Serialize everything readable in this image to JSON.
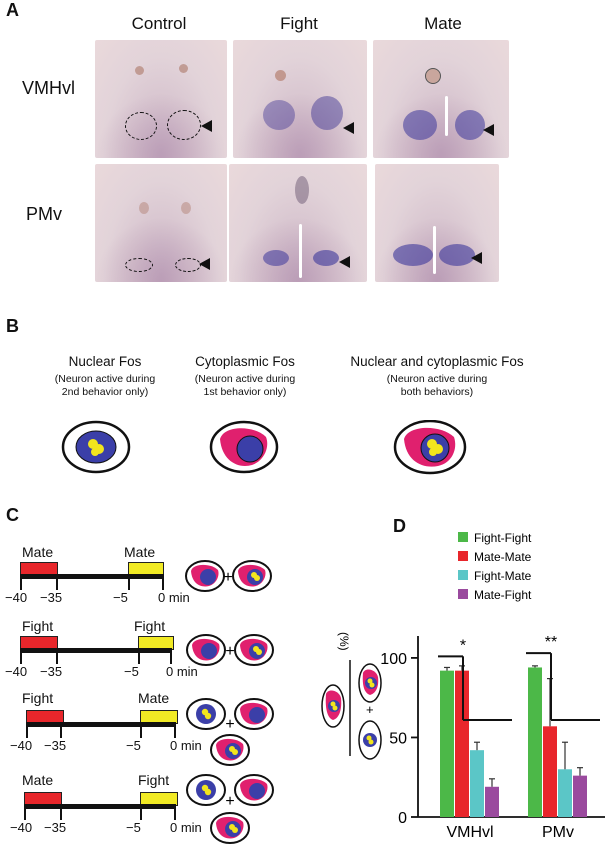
{
  "panel_a": {
    "letter": "A",
    "columns": [
      "Control",
      "Fight",
      "Mate"
    ],
    "rows": [
      "VMHvl",
      "PMv"
    ]
  },
  "panel_b": {
    "letter": "B",
    "items": [
      {
        "title": "Nuclear Fos",
        "sub1": "(Neuron active during",
        "sub2": "2nd behavior only)"
      },
      {
        "title": "Cytoplasmic Fos",
        "sub1": "(Neuron active during",
        "sub2": "1st behavior only)"
      },
      {
        "title": "Nuclear and cytoplasmic Fos",
        "sub1": "(Neuron active during",
        "sub2": "both behaviors)"
      }
    ],
    "colors": {
      "nucleus": "#3b3fa8",
      "fos": "#f2e51d",
      "cytoplasm": "#e0206e"
    }
  },
  "panel_c": {
    "letter": "C",
    "timelines": [
      {
        "first": "Mate",
        "second": "Mate",
        "ticks": [
          "−40",
          "−35",
          "−5",
          "0 min"
        ],
        "plus": "+"
      },
      {
        "first": "Fight",
        "second": "Fight",
        "ticks": [
          "−40",
          "−35",
          "−5",
          "0 min"
        ],
        "plus": "+"
      },
      {
        "first": "Fight",
        "second": "Mate",
        "ticks": [
          "−40",
          "−35",
          "−5",
          "0 min"
        ],
        "plus": "+"
      },
      {
        "first": "Mate",
        "second": "Fight",
        "ticks": [
          "−40",
          "−35",
          "−5",
          "0 min"
        ],
        "plus": "+"
      }
    ],
    "first_color": "#e8262b",
    "second_color": "#f1ea24"
  },
  "panel_d": {
    "letter": "D",
    "ylabel_unit": "(%)",
    "ylabel_plus": "+",
    "significance": [
      "*",
      "**"
    ]
  },
  "chart_data": {
    "type": "bar",
    "categories": [
      "VMHvl",
      "PMv"
    ],
    "series": [
      {
        "name": "Fight-Fight",
        "color": "#4cb848",
        "values": [
          92,
          94
        ],
        "errors": [
          2,
          1
        ]
      },
      {
        "name": "Mate-Mate",
        "color": "#e8262b",
        "values": [
          92,
          57
        ],
        "errors": [
          3,
          30
        ]
      },
      {
        "name": "Fight-Mate",
        "color": "#5bc6c7",
        "values": [
          42,
          30
        ],
        "errors": [
          5,
          17
        ]
      },
      {
        "name": "Mate-Fight",
        "color": "#9a4a9e",
        "values": [
          19,
          26
        ],
        "errors": [
          5,
          5
        ]
      }
    ],
    "yticks": [
      0,
      50,
      100
    ],
    "ylim": [
      0,
      110
    ],
    "legend_position": "top"
  }
}
